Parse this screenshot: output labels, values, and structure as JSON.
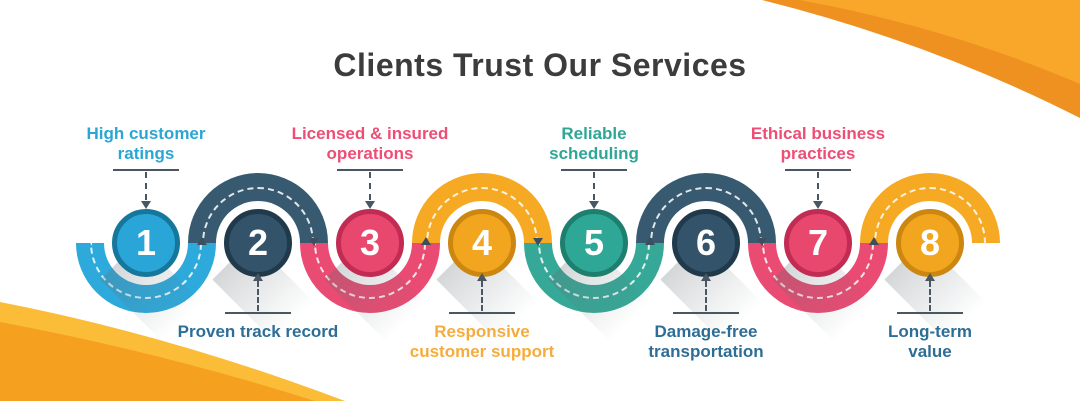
{
  "title": "Clients Trust Our Services",
  "palette": {
    "background": "#FFFFFF",
    "title_color": "#3C3C3C",
    "guide_color": "#4A5763",
    "swoosh_main": "#F9A72B",
    "swoosh_dark": "#EF9120",
    "swoosh_light": "#FBBC38",
    "swoosh_amber": "#F6A01F"
  },
  "icons": {
    "flow_arrow_up": "triangle-up",
    "flow_arrow_down": "triangle-down",
    "pointer_arrowhead": "triangle",
    "corner_decoration": "swoosh"
  },
  "steps": [
    {
      "number": "1",
      "label_lines": [
        "High customer",
        "ratings"
      ],
      "label_position": "top",
      "fill": "#2AA5D8",
      "ring": "#16779C",
      "arc": "#2EA9DB",
      "label_color": "#2BA6D4"
    },
    {
      "number": "2",
      "label_lines": [
        "Proven track record"
      ],
      "label_position": "bottom",
      "fill": "#33536A",
      "ring": "#20394B",
      "arc": "#375A70",
      "label_color": "#2E6E96"
    },
    {
      "number": "3",
      "label_lines": [
        "Licensed & insured",
        "operations"
      ],
      "label_position": "top",
      "fill": "#E9486E",
      "ring": "#C22B52",
      "arc": "#E94B72",
      "label_color": "#EE4D75"
    },
    {
      "number": "4",
      "label_lines": [
        "Responsive",
        "customer support"
      ],
      "label_position": "bottom",
      "fill": "#F2A51E",
      "ring": "#CC8710",
      "arc": "#F6A922",
      "label_color": "#F6AC3C"
    },
    {
      "number": "5",
      "label_lines": [
        "Reliable",
        "scheduling"
      ],
      "label_position": "top",
      "fill": "#2FA796",
      "ring": "#1D7F6E",
      "arc": "#36A897",
      "label_color": "#2FA796"
    },
    {
      "number": "6",
      "label_lines": [
        "Damage-free",
        "transportation"
      ],
      "label_position": "bottom",
      "fill": "#33536A",
      "ring": "#20394B",
      "arc": "#375A70",
      "label_color": "#2E6E96"
    },
    {
      "number": "7",
      "label_lines": [
        "Ethical business",
        "practices"
      ],
      "label_position": "top",
      "fill": "#E9486E",
      "ring": "#C22B52",
      "arc": "#E94B72",
      "label_color": "#EE4D75"
    },
    {
      "number": "8",
      "label_lines": [
        "Long-term",
        "value"
      ],
      "label_position": "bottom",
      "fill": "#F2A51E",
      "ring": "#CC8710",
      "arc": "#F6A922",
      "label_color": "#2E6E96"
    }
  ],
  "flow_arrows": [
    "up",
    "down",
    "up",
    "down",
    "up",
    "down",
    "up"
  ]
}
